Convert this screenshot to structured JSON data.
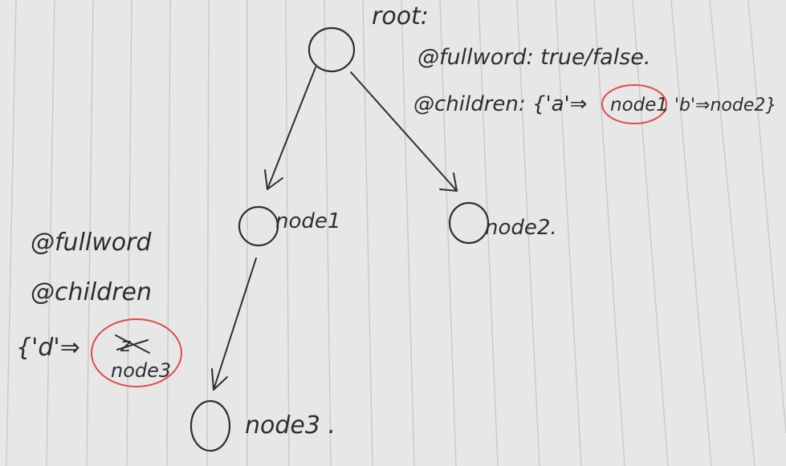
{
  "colors": {
    "paper": "#e7e7e7",
    "ruling": "#c9c9c9",
    "ink": "#2e2e2e",
    "highlight": "#e04b4b"
  },
  "root": {
    "label": "root:",
    "fullword_line": "@fullword: true/false.",
    "children_line_start": "@children: {'a'⇒",
    "children_target_a": "node1",
    "children_line_end": ", 'b'⇒node2}"
  },
  "nodes": {
    "node1": "node1",
    "node2": "node2.",
    "node3": "node3 ."
  },
  "node1_note": {
    "fullword": "@fullword",
    "children": "@children",
    "mapping": "{'d'⇒",
    "crossed_value": "z",
    "replacement": "node3"
  }
}
